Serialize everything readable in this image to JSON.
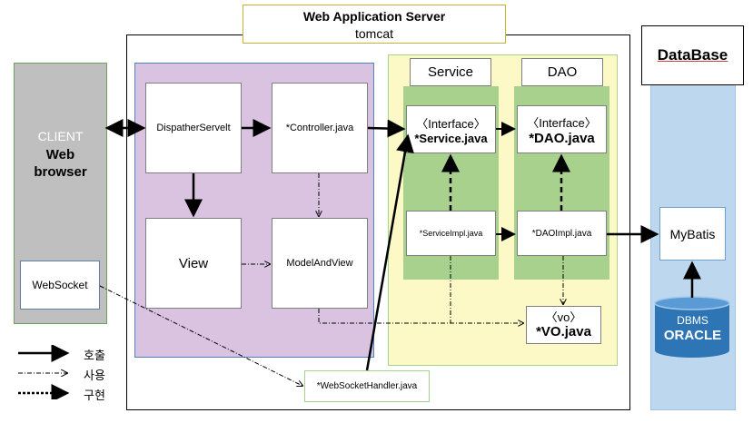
{
  "server": {
    "title": "Web Application Server",
    "subtitle": "tomcat"
  },
  "client": {
    "label_top": "CLIENT",
    "label_main": "Web browser",
    "websocket": "WebSocket"
  },
  "spring": {
    "dispatcher": "DispatherServelt",
    "controller": "*Controller.java",
    "view": "View",
    "model_and_view": "ModelAndView"
  },
  "service": {
    "header": "Service",
    "interface_label": "〈Interface〉",
    "interface_file": "*Service.java",
    "impl": "*ServiceImpl.java"
  },
  "dao": {
    "header": "DAO",
    "interface_label": "〈Interface〉",
    "interface_file": "*DAO.java",
    "impl": "*DAOImpl.java"
  },
  "vo": {
    "label": "〈vo〉",
    "file": "*VO.java"
  },
  "websocket_handler": "*WebSocketHandler.java",
  "database": {
    "title": "DataBase",
    "mybatis": "MyBatis",
    "dbms": "DBMS",
    "oracle": "ORACLE"
  },
  "legend": {
    "call": "호출",
    "use": "사용",
    "implement": "구현"
  },
  "colors": {
    "client_bg": "#bfbfbf",
    "spring_bg": "#d9c3e0",
    "business_bg": "#fcf9c7",
    "service_bg": "#a9d18e",
    "database_bg": "#bdd7ee",
    "cylinder": "#2e75b6"
  }
}
